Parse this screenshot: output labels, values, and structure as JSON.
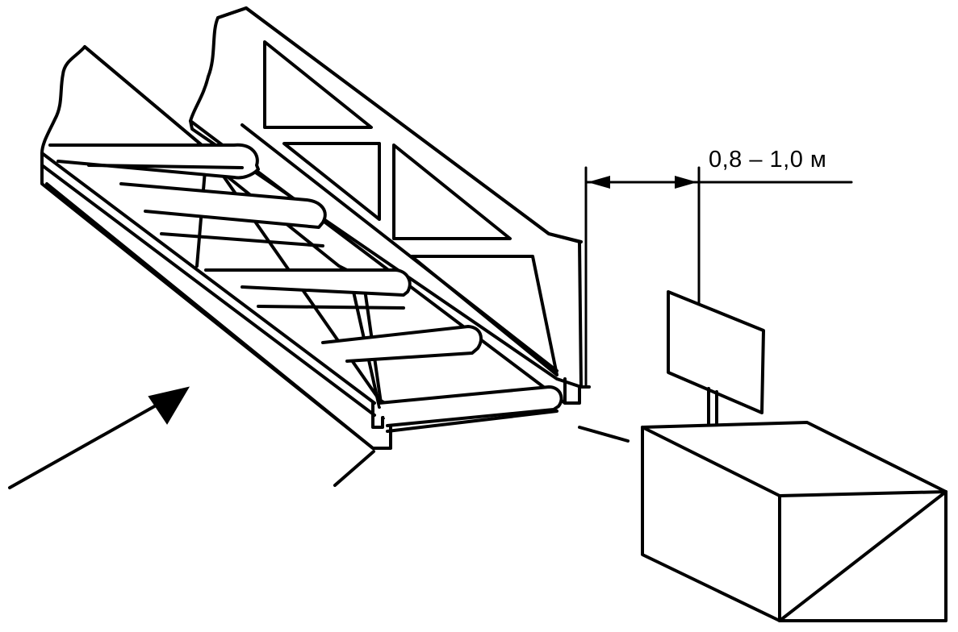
{
  "diagram": {
    "dimension_label": "0,8 – 1,0 м",
    "parts": [
      "roller-conveyor",
      "direction-arrow",
      "floor-line",
      "dimension-line",
      "sign-board",
      "control-box"
    ]
  },
  "colors": {
    "line": "#000000",
    "background": "#ffffff"
  }
}
